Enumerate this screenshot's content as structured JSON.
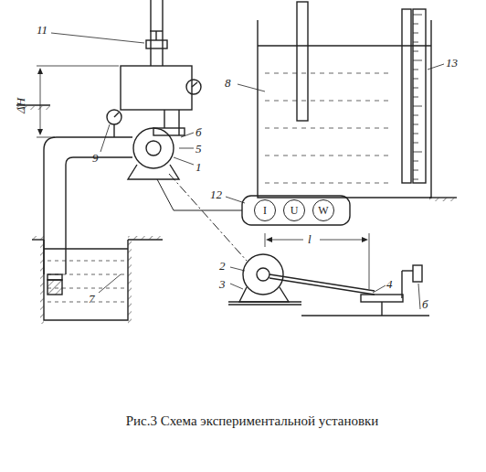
{
  "diagram": {
    "caption": "Рис.3 Схема экспериментальной установки",
    "nodes": [
      {
        "text": [
          "I"
        ]
      },
      {
        "text": [
          "U"
        ]
      },
      {
        "text": [
          "W"
        ]
      }
    ],
    "labels": [
      "11",
      "ΔH",
      "б",
      "5",
      "1",
      "9",
      "8",
      "13",
      "12",
      "2",
      "3",
      "l",
      "4",
      "б",
      "7"
    ]
  }
}
